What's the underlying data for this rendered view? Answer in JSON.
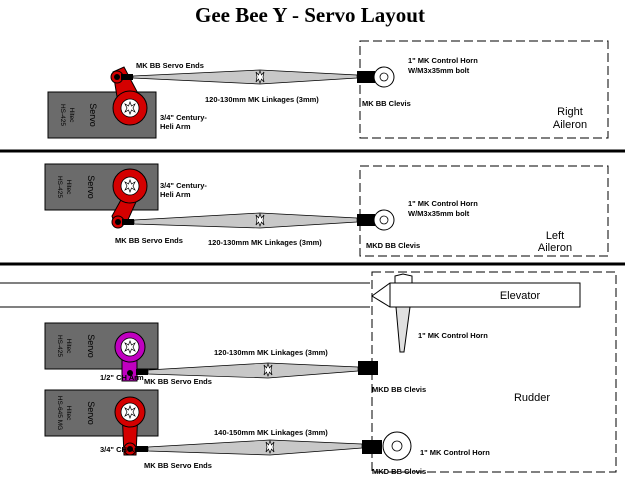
{
  "title": "Gee Bee Y - Servo Layout",
  "colors": {
    "servo_body": "#6b6b6b",
    "arm_red": "#d40000",
    "arm_purple": "#c000c0",
    "linkage_gray": "#c8c8c8"
  },
  "right_aileron": {
    "servo_ends": "MK BB Servo Ends",
    "linkage": "120-130mm MK Linkages (3mm)",
    "arm_line1": "3/4\" Century-",
    "arm_line2": "Heli Arm",
    "horn_line1": "1\" MK Control Horn",
    "horn_line2": "W/M3x35mm bolt",
    "clevis": "MK BB Clevis",
    "surface_line1": "Right",
    "surface_line2": "Aileron",
    "servo_label": "Servo",
    "servo_brand": "Hitec",
    "servo_model": "HS-425"
  },
  "left_aileron": {
    "arm_line1": "3/4\" Century-",
    "arm_line2": "Heli Arm",
    "servo_ends": "MK BB Servo Ends",
    "linkage": "120-130mm MK Linkages (3mm)",
    "horn_line1": "1\" MK Control Horn",
    "horn_line2": "W/M3x35mm bolt",
    "clevis": "MKD BB Clevis",
    "surface_line1": "Left",
    "surface_line2": "Aileron",
    "servo_label": "Servo",
    "servo_brand": "Hitec",
    "servo_model": "HS-425"
  },
  "tail": {
    "elevator": "Elevator",
    "rudder": "Rudder",
    "horn": "1\" MK Control Horn",
    "elevator_servo": {
      "arm": "1/2\" CH Arm",
      "servo_ends": "MK BB Servo Ends",
      "linkage": "120-130mm MK Linkages (3mm)",
      "clevis": "MKD BB Clevis",
      "servo_label": "Servo",
      "servo_brand": "Hitec",
      "servo_model": "HS-425"
    },
    "rudder_servo": {
      "arm": "3/4\" CH Arm",
      "servo_ends": "MK BB Servo Ends",
      "linkage": "140-150mm MK Linkages (3mm)",
      "horn": "1\" MK Control Horn",
      "clevis": "MKD BB Clevis",
      "servo_label": "Servo",
      "servo_brand": "Hitec",
      "servo_model": "HS-645 MG"
    }
  }
}
